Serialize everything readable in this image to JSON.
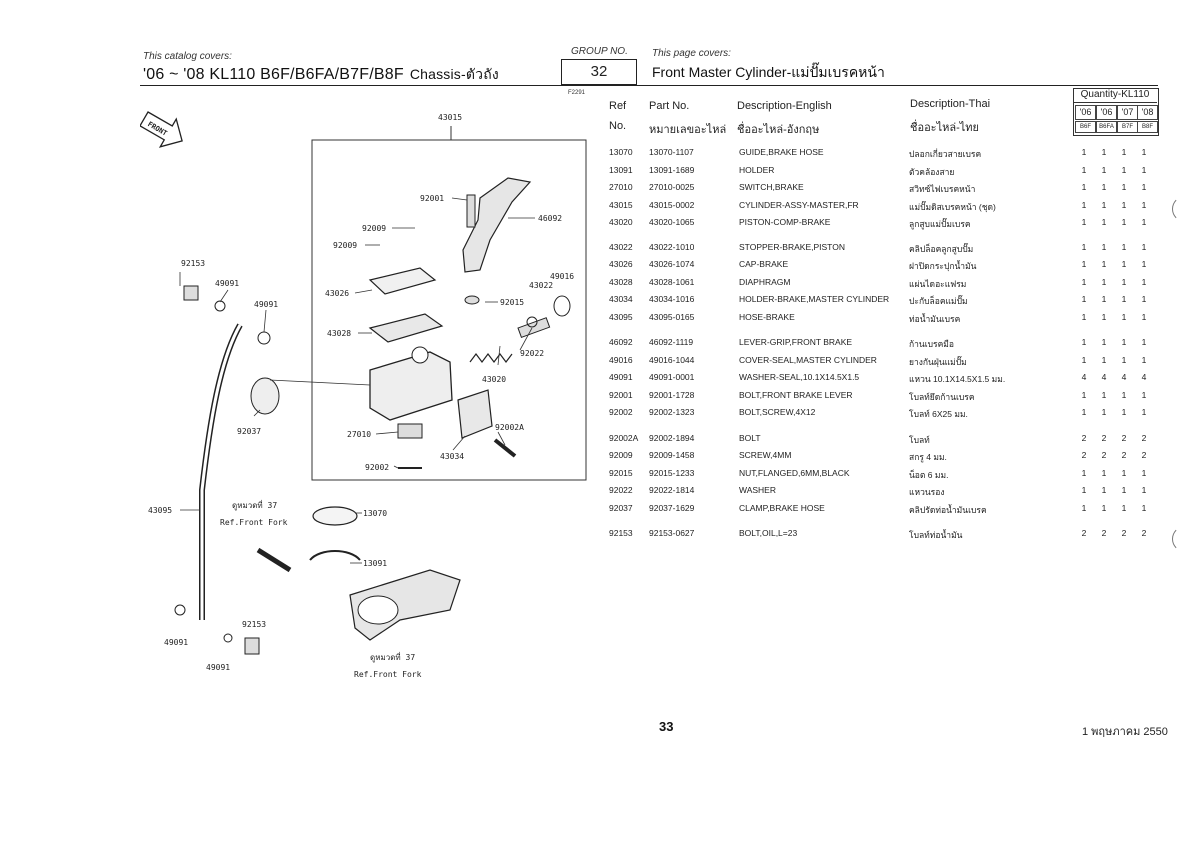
{
  "header": {
    "catalog_covers_label": "This catalog covers:",
    "models": "'06 ~ '08 KL110 B6F/B6FA/B7F/B8F",
    "chassis": "Chassis-ตัวถัง",
    "group_label": "GROUP NO.",
    "group_no": "32",
    "page_covers_label": "This page covers:",
    "page_title": "Front Master Cylinder-แม่ปั๊มเบรคหน้า",
    "figure_no": "F2291"
  },
  "columns": {
    "ref": "Ref",
    "ref_no": "No.",
    "part": "Part No.",
    "part_th": "หมายเลขอะไหล่",
    "desc_en": "Description-English",
    "desc_en_th": "ชื่ออะไหล่-อังกฤษ",
    "desc_th": "Description-Thai",
    "desc_th_th": "ชื่ออะไหล่-ไทย",
    "quantity": "Quantity-KL110",
    "years": [
      "'06",
      "'06",
      "'07",
      "'08"
    ],
    "models": [
      "B6F",
      "B6FA",
      "B7F",
      "B8F"
    ]
  },
  "parts": [
    {
      "ref": "13070",
      "part": "13070-1107",
      "en": "GUIDE,BRAKE HOSE",
      "th": "ปลอกเกี่ยวสายเบรค",
      "q": [
        "1",
        "1",
        "1",
        "1"
      ]
    },
    {
      "ref": "13091",
      "part": "13091-1689",
      "en": "HOLDER",
      "th": "ตัวคล้องสาย",
      "q": [
        "1",
        "1",
        "1",
        "1"
      ]
    },
    {
      "ref": "27010",
      "part": "27010-0025",
      "en": "SWITCH,BRAKE",
      "th": "สวิทซ์ไฟเบรคหน้า",
      "q": [
        "1",
        "1",
        "1",
        "1"
      ]
    },
    {
      "ref": "43015",
      "part": "43015-0002",
      "en": "CYLINDER-ASSY-MASTER,FR",
      "th": "แม่ปั๊มดิสเบรคหน้า (ชุด)",
      "q": [
        "1",
        "1",
        "1",
        "1"
      ]
    },
    {
      "ref": "43020",
      "part": "43020-1065",
      "en": "PISTON-COMP-BRAKE",
      "th": "ลูกสูบแม่ปั๊มเบรค",
      "q": [
        "1",
        "1",
        "1",
        "1"
      ]
    },
    {
      "ref": "43022",
      "part": "43022-1010",
      "en": "STOPPER-BRAKE,PISTON",
      "th": "คลิปล็อคลูกสูบปั๊ม",
      "q": [
        "1",
        "1",
        "1",
        "1"
      ]
    },
    {
      "ref": "43026",
      "part": "43026-1074",
      "en": "CAP-BRAKE",
      "th": "ฝาปิดกระปุกน้ำมัน",
      "q": [
        "1",
        "1",
        "1",
        "1"
      ]
    },
    {
      "ref": "43028",
      "part": "43028-1061",
      "en": "DIAPHRAGM",
      "th": "แผ่นไดอะแฟรม",
      "q": [
        "1",
        "1",
        "1",
        "1"
      ]
    },
    {
      "ref": "43034",
      "part": "43034-1016",
      "en": "HOLDER-BRAKE,MASTER CYLINDER",
      "th": "ปะกับล็อคแม่ปั๊ม",
      "q": [
        "1",
        "1",
        "1",
        "1"
      ]
    },
    {
      "ref": "43095",
      "part": "43095-0165",
      "en": "HOSE-BRAKE",
      "th": "ท่อน้ำมันเบรค",
      "q": [
        "1",
        "1",
        "1",
        "1"
      ]
    },
    {
      "ref": "46092",
      "part": "46092-1119",
      "en": "LEVER-GRIP,FRONT BRAKE",
      "th": "ก้านเบรคมือ",
      "q": [
        "1",
        "1",
        "1",
        "1"
      ]
    },
    {
      "ref": "49016",
      "part": "49016-1044",
      "en": "COVER-SEAL,MASTER CYLINDER",
      "th": "ยางกันฝุ่นแม่ปั๊ม",
      "q": [
        "1",
        "1",
        "1",
        "1"
      ]
    },
    {
      "ref": "49091",
      "part": "49091-0001",
      "en": "WASHER-SEAL,10.1X14.5X1.5",
      "th": "แหวน 10.1X14.5X1.5 มม.",
      "q": [
        "4",
        "4",
        "4",
        "4"
      ]
    },
    {
      "ref": "92001",
      "part": "92001-1728",
      "en": "BOLT,FRONT BRAKE LEVER",
      "th": "โบลท์ยึดก้านเบรค",
      "q": [
        "1",
        "1",
        "1",
        "1"
      ]
    },
    {
      "ref": "92002",
      "part": "92002-1323",
      "en": "BOLT,SCREW,4X12",
      "th": "โบลท์ 6X25 มม.",
      "q": [
        "1",
        "1",
        "1",
        "1"
      ]
    },
    {
      "ref": "92002A",
      "part": "92002-1894",
      "en": "BOLT",
      "th": "โบลท์",
      "q": [
        "2",
        "2",
        "2",
        "2"
      ]
    },
    {
      "ref": "92009",
      "part": "92009-1458",
      "en": "SCREW,4MM",
      "th": "สกรู 4 มม.",
      "q": [
        "2",
        "2",
        "2",
        "2"
      ]
    },
    {
      "ref": "92015",
      "part": "92015-1233",
      "en": "NUT,FLANGED,6MM,BLACK",
      "th": "น็อต 6 มม.",
      "q": [
        "1",
        "1",
        "1",
        "1"
      ]
    },
    {
      "ref": "92022",
      "part": "92022-1814",
      "en": "WASHER",
      "th": "แหวนรอง",
      "q": [
        "1",
        "1",
        "1",
        "1"
      ]
    },
    {
      "ref": "92037",
      "part": "92037-1629",
      "en": "CLAMP,BRAKE HOSE",
      "th": "คลิปรัดท่อน้ำมันเบรค",
      "q": [
        "1",
        "1",
        "1",
        "1"
      ]
    },
    {
      "ref": "92153",
      "part": "92153-0627",
      "en": "BOLT,OIL,L=23",
      "th": "โบลท์ท่อน้ำมัน",
      "q": [
        "2",
        "2",
        "2",
        "2"
      ]
    }
  ],
  "diagram": {
    "front_label": "FRONT",
    "ref_group": "ดูหมวดที่ 37",
    "ref_fork": "Ref.Front Fork",
    "callouts": [
      "43015",
      "92001",
      "46092",
      "92009",
      "92009",
      "92153",
      "49091",
      "49091",
      "49016",
      "43022",
      "43026",
      "92015",
      "43028",
      "92022",
      "43020",
      "92037",
      "27010",
      "92002A",
      "43034",
      "92002",
      "43095",
      "13070",
      "13091",
      "49091",
      "92153",
      "49091"
    ]
  },
  "footer": {
    "page_no": "33",
    "date": "1 พฤษภาคม 2550"
  }
}
